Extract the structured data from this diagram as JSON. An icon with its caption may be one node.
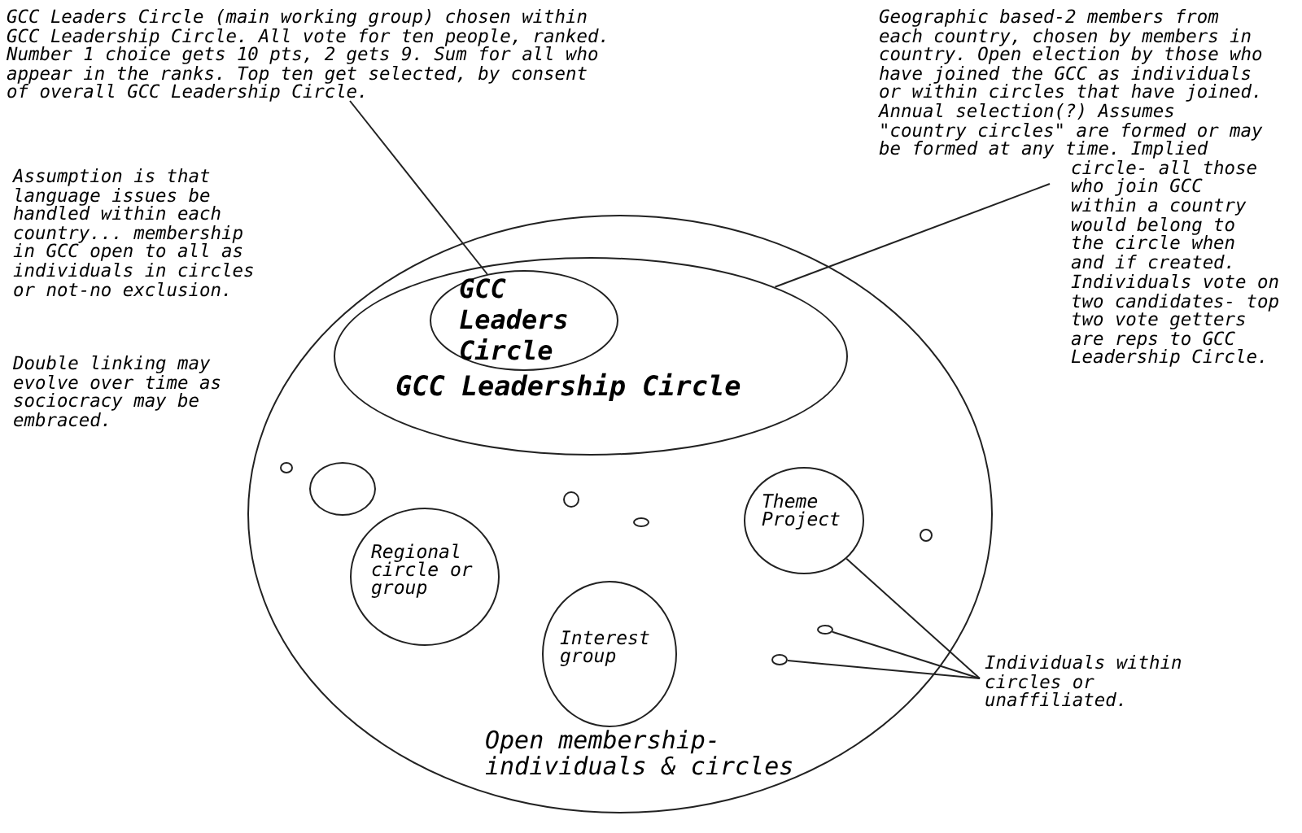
{
  "diagram": {
    "nodes": [
      {
        "text": [
          "GCC Leaders Circle (main working group) chosen within GCC Leadership Circle. All vote for ten people, ranked. Number 1 choice gets 10 pts, 2 gets 9. Sum for all who appear in the ranks. Top ten get selected, by consent of overall GCC Leadership Circle."
        ]
      },
      {
        "text": [
          "Geographic based-2 members from each country, chosen by members in country. Open election by those who have joined the GCC as individuals or within circles that have joined. Annual selection(?) Assumes \"country circles\" are formed or may be formed at any time. Implied circle- all those who join GCC within a country would belong to the circle when and if created."
        ]
      },
      {
        "text": [
          "Open membership- individuals & circles"
        ]
      },
      {
        "text": [
          "GCC Leadership Circle"
        ],
        "in": 2
      },
      {
        "text": [
          "GCC Leaders Circle"
        ],
        "in": 3
      },
      {
        "text": [],
        "shape": "circle",
        "in": 2
      },
      {
        "text": [],
        "shape": "circle",
        "in": 2
      },
      {
        "text": [],
        "shape": "circle",
        "in": 2
      },
      {
        "text": [],
        "shape": "circle",
        "in": 2
      },
      {
        "text": [
          "Theme Project"
        ],
        "in": 2
      },
      {
        "text": [],
        "shape": "circle",
        "in": 2
      },
      {
        "text": [
          "Regional circle or group"
        ],
        "in": 2
      },
      {
        "text": [],
        "shape": "circle",
        "in": 2
      },
      {
        "text": [
          "Interest group"
        ],
        "in": 2
      },
      {
        "text": [],
        "shape": "circle",
        "in": 2
      },
      {
        "text": [
          "Individuals within circles or unaffiliated."
        ]
      }
    ],
    "edges": [
      {
        "from": 0,
        "to": 4,
        "arrow": "none"
      },
      {
        "from": 1,
        "to": 3,
        "arrow": "none"
      },
      {
        "from": 15,
        "to": 9,
        "arrow": "none"
      },
      {
        "from": 15,
        "to": 12,
        "arrow": "none"
      },
      {
        "from": 15,
        "to": 14,
        "arrow": "none"
      }
    ],
    "labels": [
      "Assumption is that language issues be handled within each country... membership in GCC open to all as individuals in circles or not-no exclusion.",
      "Double linking may evolve over time as sociocracy may be embraced.",
      "Individuals vote on two candidates- top two vote getters are reps to GCC Leadership Circle."
    ]
  }
}
